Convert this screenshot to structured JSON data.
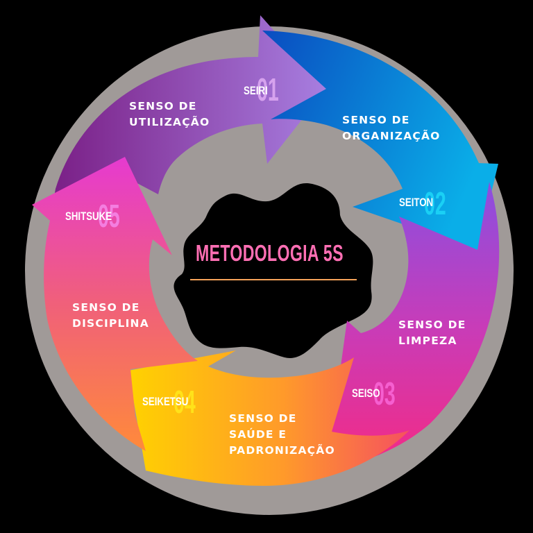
{
  "title": "METODOLOGIA 5S",
  "colors": {
    "background": "#000000",
    "ring": "#a09a98",
    "title": "#ff6fb4",
    "title_rule": "#f6a35a",
    "seiri": [
      "#7a1f86",
      "#a77ee0"
    ],
    "seiton": [
      "#0a52c4",
      "#0aa6e6"
    ],
    "seiso": [
      "#8a4fe0",
      "#f52a83"
    ],
    "seiketsu": [
      "#ffd000",
      "#f5515f"
    ],
    "shitsuke": [
      "#e63ad0",
      "#ff8a3a"
    ]
  },
  "steps": [
    {
      "number": "01",
      "japanese": "SEIRI",
      "line1": "SENSO DE",
      "line2": "UTILIZAÇÃO",
      "line3": "",
      "number_color": "#d6a2ee"
    },
    {
      "number": "02",
      "japanese": "SEITON",
      "line1": "SENSO DE",
      "line2": "ORGANIZAÇÃO",
      "line3": "",
      "number_color": "#1ad0f5"
    },
    {
      "number": "03",
      "japanese": "SEISO",
      "line1": "SENSO DE",
      "line2": "LIMPEZA",
      "line3": "",
      "number_color": "#f55fd0"
    },
    {
      "number": "04",
      "japanese": "SEIKETSU",
      "line1": "SENSO DE",
      "line2": "SAÚDE E",
      "line3": "PADRONIZAÇÃO",
      "number_color": "#ffe21a"
    },
    {
      "number": "05",
      "japanese": "SHITSUKE",
      "line1": "SENSO DE",
      "line2": "DISCIPLINA",
      "line3": "",
      "number_color": "#f47ee0"
    }
  ]
}
